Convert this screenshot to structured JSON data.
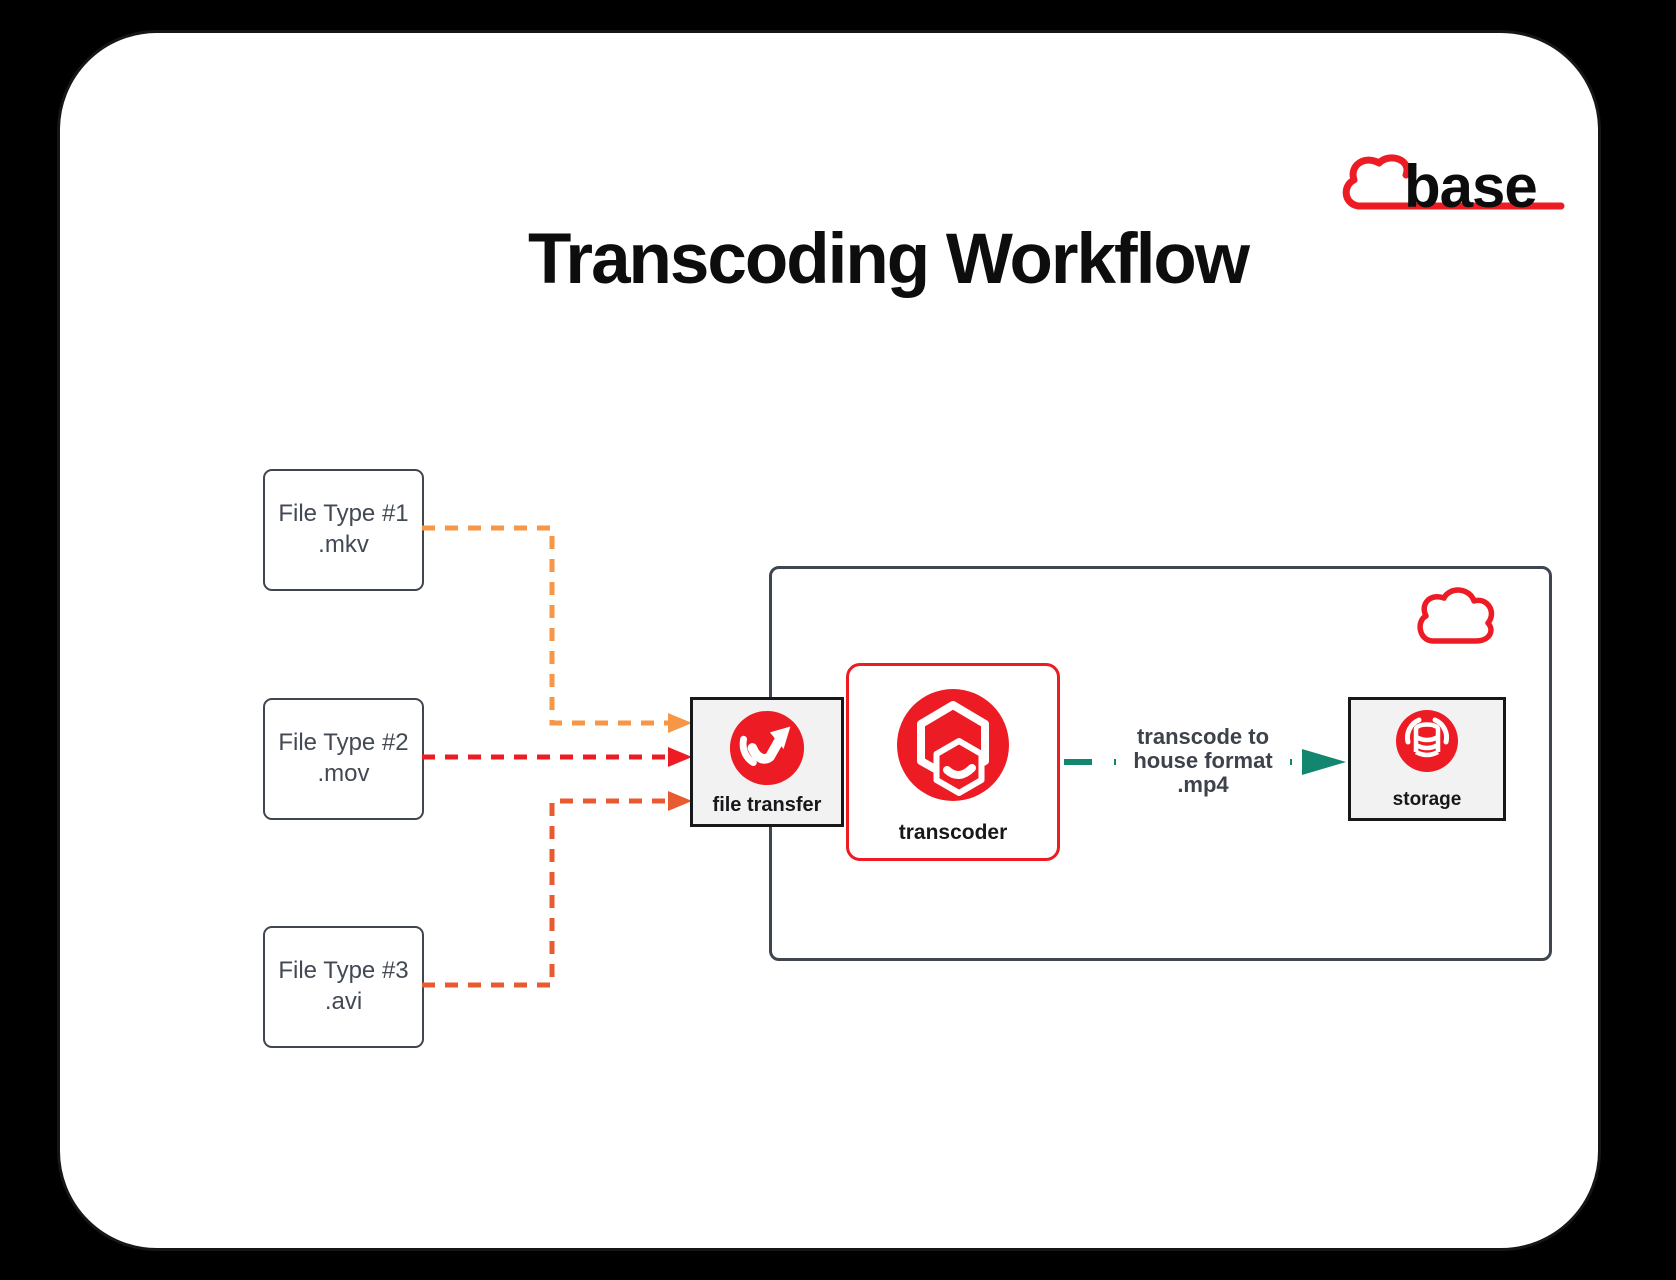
{
  "title": "Transcoding Workflow",
  "logo": {
    "text": "base"
  },
  "source_boxes": [
    {
      "name": "File Type #1",
      "ext": ".mkv"
    },
    {
      "name": "File Type #2",
      "ext": ".mov"
    },
    {
      "name": "File Type #3",
      "ext": ".avi"
    }
  ],
  "nodes": {
    "file_transfer": {
      "label": "file transfer"
    },
    "transcoder": {
      "label": "transcoder"
    },
    "storage": {
      "label": "storage"
    }
  },
  "flow_label": {
    "line1": "transcode to",
    "line2": "house format",
    "line3": ".mp4"
  },
  "arrows": [
    {
      "from": "File Type #1 (.mkv)",
      "to": "file transfer",
      "style": "dashed",
      "color": "#F79646"
    },
    {
      "from": "File Type #2 (.mov)",
      "to": "file transfer",
      "style": "dashed",
      "color": "#ED1C24"
    },
    {
      "from": "File Type #3 (.avi)",
      "to": "file transfer",
      "style": "dashed",
      "color": "#E85A2F"
    },
    {
      "from": "transcoder",
      "to": "storage",
      "style": "dashed",
      "color": "#12866E",
      "label": "transcode to house format .mp4"
    }
  ],
  "colors": {
    "brand_red": "#ED1C24",
    "arrow_orange": "#F79646",
    "arrow_red": "#ED1C24",
    "arrow_vermilion": "#E85A2F",
    "arrow_teal": "#12866E",
    "outline_slate": "#3F4650"
  }
}
